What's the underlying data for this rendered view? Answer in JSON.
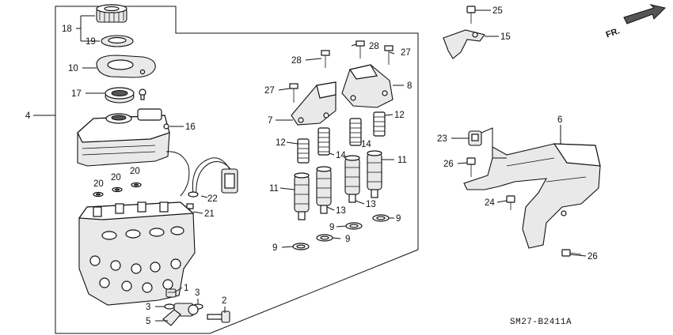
{
  "diagram": {
    "code": "SM27-B2411A",
    "direction": "FR."
  },
  "callouts": [
    {
      "id": "c18",
      "label": "18"
    },
    {
      "id": "c19",
      "label": "19"
    },
    {
      "id": "c10",
      "label": "10"
    },
    {
      "id": "c17",
      "label": "17"
    },
    {
      "id": "c4",
      "label": "4"
    },
    {
      "id": "c16",
      "label": "16"
    },
    {
      "id": "c20a",
      "label": "20"
    },
    {
      "id": "c20b",
      "label": "20"
    },
    {
      "id": "c20c",
      "label": "20"
    },
    {
      "id": "c22",
      "label": "22"
    },
    {
      "id": "c21",
      "label": "21"
    },
    {
      "id": "c1",
      "label": "1"
    },
    {
      "id": "c3a",
      "label": "3"
    },
    {
      "id": "c3b",
      "label": "3"
    },
    {
      "id": "c2",
      "label": "2"
    },
    {
      "id": "c5",
      "label": "5"
    },
    {
      "id": "c28a",
      "label": "28"
    },
    {
      "id": "c28b",
      "label": "28"
    },
    {
      "id": "c27a",
      "label": "27"
    },
    {
      "id": "c27b",
      "label": "27"
    },
    {
      "id": "c8",
      "label": "8"
    },
    {
      "id": "c7",
      "label": "7"
    },
    {
      "id": "c12a",
      "label": "12"
    },
    {
      "id": "c12b",
      "label": "12"
    },
    {
      "id": "c14a",
      "label": "14"
    },
    {
      "id": "c14b",
      "label": "14"
    },
    {
      "id": "c11a",
      "label": "11"
    },
    {
      "id": "c11b",
      "label": "11"
    },
    {
      "id": "c13a",
      "label": "13"
    },
    {
      "id": "c13b",
      "label": "13"
    },
    {
      "id": "c9a",
      "label": "9"
    },
    {
      "id": "c9b",
      "label": "9"
    },
    {
      "id": "c9c",
      "label": "9"
    },
    {
      "id": "c9d",
      "label": "9"
    },
    {
      "id": "c25",
      "label": "25"
    },
    {
      "id": "c15",
      "label": "15"
    },
    {
      "id": "c6",
      "label": "6"
    },
    {
      "id": "c23",
      "label": "23"
    },
    {
      "id": "c26a",
      "label": "26"
    },
    {
      "id": "c24",
      "label": "24"
    },
    {
      "id": "c26b",
      "label": "26"
    }
  ]
}
